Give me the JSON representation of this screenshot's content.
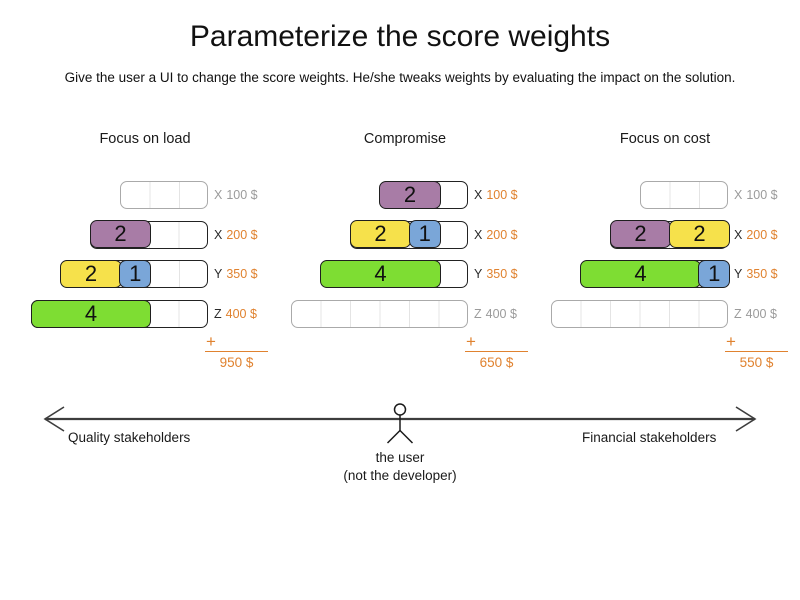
{
  "title": "Parameterize the score weights",
  "subtitle": "Give the user a UI to change the score weights. He/she tweaks weights by evaluating the impact on the solution.",
  "sum_symbol": "+",
  "colors": {
    "purple": "#a87ca6",
    "yellow": "#f6e14b",
    "blue": "#7aa6d8",
    "green": "#7edd33",
    "orange": "#e0822f",
    "gray": "#9b9b9b"
  },
  "columns": [
    {
      "title": "Focus on load",
      "total": "950 $",
      "rows": [
        {
          "label_prefix": "X",
          "label_value": "100 $",
          "active": false,
          "capacity": 3,
          "blocks": []
        },
        {
          "label_prefix": "X",
          "label_value": "200 $",
          "active": true,
          "capacity": 4,
          "blocks": [
            {
              "value": "2",
              "color": "purple"
            }
          ]
        },
        {
          "label_prefix": "Y",
          "label_value": "350 $",
          "active": true,
          "capacity": 5,
          "blocks": [
            {
              "value": "2",
              "color": "yellow"
            },
            {
              "value": "1",
              "color": "blue"
            }
          ]
        },
        {
          "label_prefix": "Z",
          "label_value": "400 $",
          "active": true,
          "capacity": 6,
          "blocks": [
            {
              "value": "4",
              "color": "green"
            }
          ]
        }
      ]
    },
    {
      "title": "Compromise",
      "total": "650 $",
      "rows": [
        {
          "label_prefix": "X",
          "label_value": "100 $",
          "active": true,
          "capacity": 3,
          "blocks": [
            {
              "value": "2",
              "color": "purple"
            }
          ]
        },
        {
          "label_prefix": "X",
          "label_value": "200 $",
          "active": true,
          "capacity": 4,
          "blocks": [
            {
              "value": "2",
              "color": "yellow"
            },
            {
              "value": "1",
              "color": "blue"
            }
          ]
        },
        {
          "label_prefix": "Y",
          "label_value": "350 $",
          "active": true,
          "capacity": 5,
          "blocks": [
            {
              "value": "4",
              "color": "green"
            }
          ]
        },
        {
          "label_prefix": "Z",
          "label_value": "400 $",
          "active": false,
          "capacity": 6,
          "blocks": []
        }
      ]
    },
    {
      "title": "Focus on cost",
      "total": "550 $",
      "rows": [
        {
          "label_prefix": "X",
          "label_value": "100 $",
          "active": false,
          "capacity": 3,
          "blocks": []
        },
        {
          "label_prefix": "X",
          "label_value": "200 $",
          "active": true,
          "capacity": 4,
          "blocks": [
            {
              "value": "2",
              "color": "purple"
            },
            {
              "value": "2",
              "color": "yellow"
            }
          ]
        },
        {
          "label_prefix": "Y",
          "label_value": "350 $",
          "active": true,
          "capacity": 5,
          "blocks": [
            {
              "value": "4",
              "color": "green"
            },
            {
              "value": "1",
              "color": "blue"
            }
          ]
        },
        {
          "label_prefix": "Z",
          "label_value": "400 $",
          "active": false,
          "capacity": 6,
          "blocks": []
        }
      ]
    }
  ],
  "footer": {
    "left_label": "Quality stakeholders",
    "right_label": "Financial stakeholders",
    "user_label_line1": "the user",
    "user_label_line2": "(not the developer)"
  }
}
